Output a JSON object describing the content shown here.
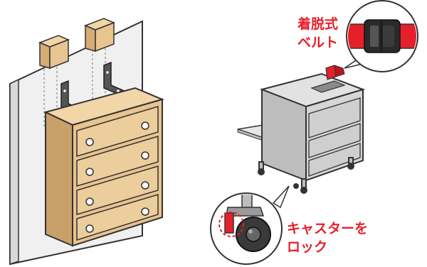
{
  "labels": {
    "belt_line1": "着脱式",
    "belt_line2": "ベルト",
    "caster_line1": "キャスターを",
    "caster_line2": "ロック"
  },
  "colors": {
    "accent_red": "#e5202a",
    "wood": "#e8c48e",
    "wood_dark": "#c9a06a",
    "wall": "#ececec",
    "gray_body": "#cfcfcf",
    "outline": "#333333"
  },
  "icons": {
    "buckle": "buckle-icon",
    "caster": "caster-wheel-icon",
    "l_bracket": "l-bracket-icon"
  }
}
